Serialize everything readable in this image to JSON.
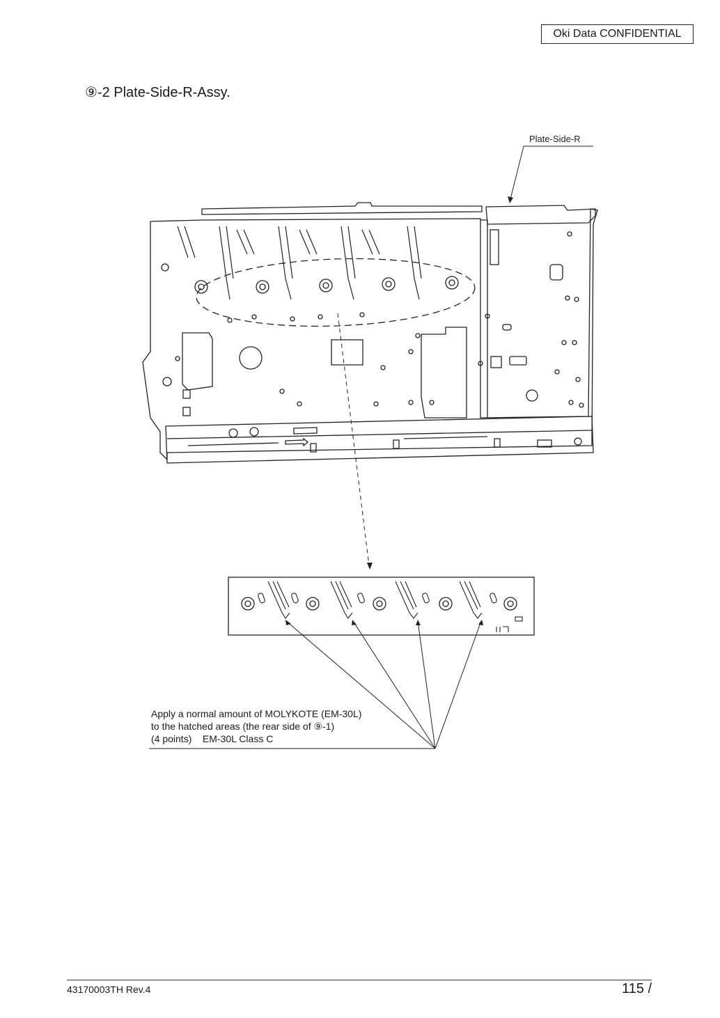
{
  "header": {
    "confidential": "Oki Data CONFIDENTIAL"
  },
  "section": {
    "title": "⑨-2 Plate-Side-R-Assy."
  },
  "labels": {
    "plate_side_r": "Plate-Side-R"
  },
  "note": {
    "line1": "Apply a normal amount of MOLYKOTE (EM-30L)",
    "line2": "to the hatched areas (the rear side of ⑨-1)",
    "line3": "(4 points)    EM-30L Class C"
  },
  "footer": {
    "doc_number": "43170003TH  Rev.4",
    "page": "115 /"
  }
}
